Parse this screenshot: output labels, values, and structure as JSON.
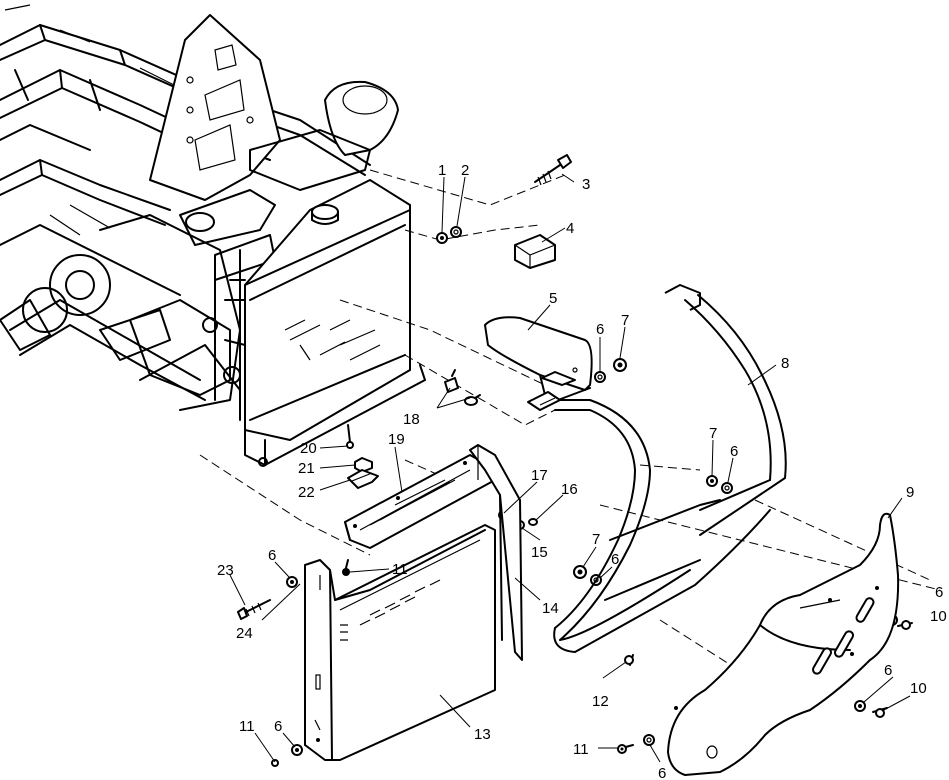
{
  "callouts": {
    "c1": "1",
    "c2": "2",
    "c3": "3",
    "c4": "4",
    "c5": "5",
    "c6a": "6",
    "c7a": "7",
    "c8": "8",
    "c7b": "7",
    "c6b": "6",
    "c9": "9",
    "c18": "18",
    "c20": "20",
    "c19": "19",
    "c21": "21",
    "c22": "22",
    "c17": "17",
    "c16": "16",
    "c15": "15",
    "c7c": "7",
    "c6c": "6",
    "c23": "23",
    "c6d": "6",
    "c11a": "11",
    "c24": "24",
    "c14": "14",
    "c6e": "6",
    "c10a": "10",
    "c12": "12",
    "c6f": "6",
    "c10b": "10",
    "c13": "13",
    "c11b": "11",
    "c6g": "6",
    "c11c": "11",
    "c6h": "6"
  }
}
